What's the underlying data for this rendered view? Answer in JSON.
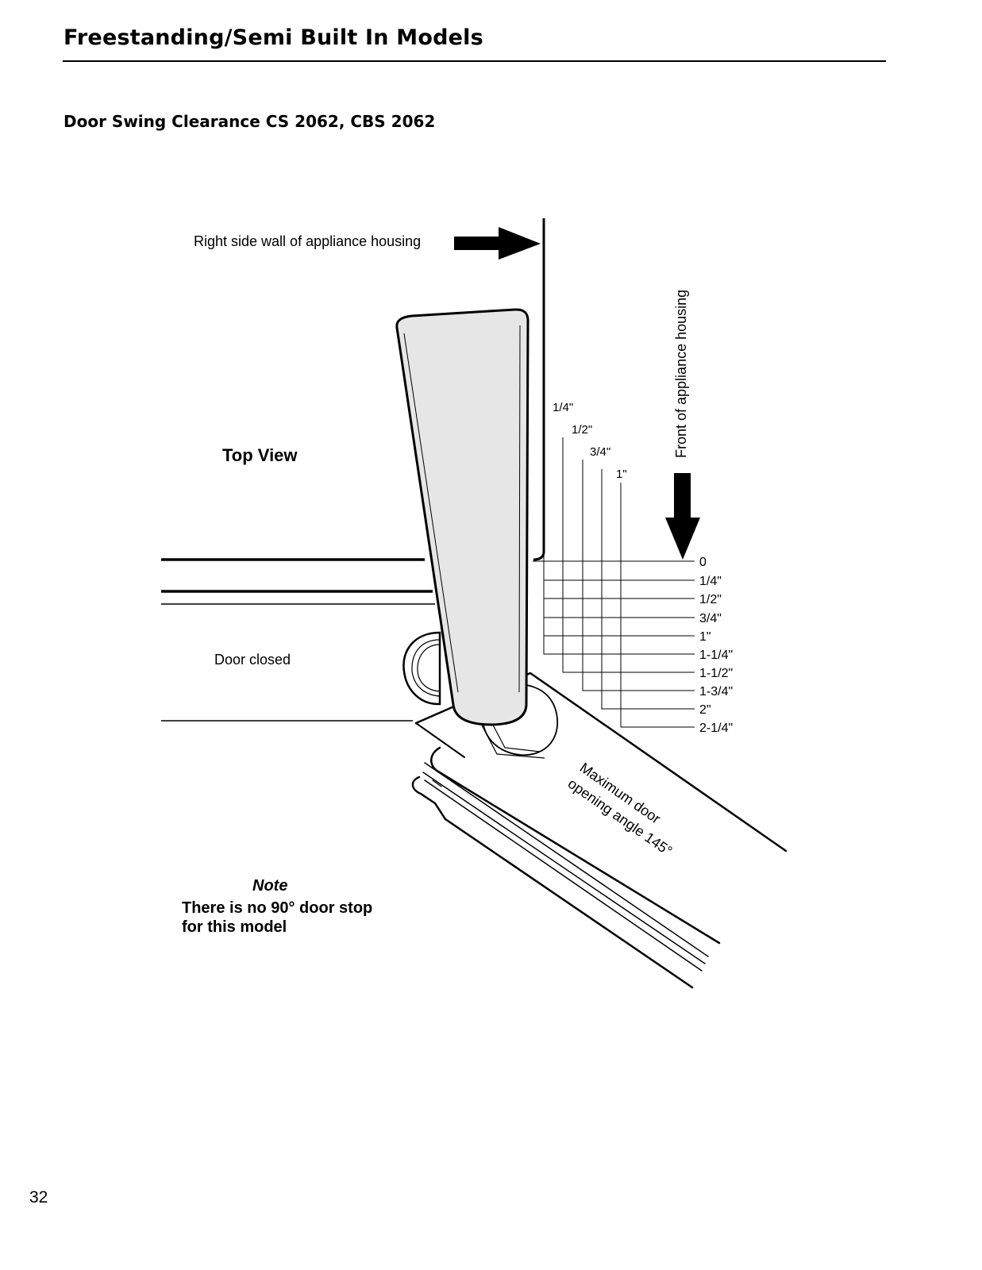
{
  "header": {
    "title": "Freestanding/Semi Built In Models"
  },
  "section": {
    "title": "Door Swing Clearance CS 2062, CBS 2062"
  },
  "diagram": {
    "view_label": "Top View",
    "wall_label": "Right side wall of appliance housing",
    "front_label": "Front of appliance housing",
    "door_closed_label": "Door closed",
    "max_angle_line1": "Maximum door",
    "max_angle_line2": "opening angle 145°",
    "top_scale": [
      "1/4\"",
      "1/2\"",
      "3/4\"",
      "1\""
    ],
    "side_scale": [
      "0",
      "1/4\"",
      "1/2\"",
      "3/4\"",
      "1\"",
      "1-1/4\"",
      "1-1/2\"",
      "1-3/4\"",
      "2\"",
      "2-1/4\""
    ],
    "icons": [
      "arrow-right-icon",
      "arrow-down-icon"
    ]
  },
  "note": {
    "heading": "Note",
    "body": "There is no 90° door stop for this model"
  },
  "page_number": "32"
}
